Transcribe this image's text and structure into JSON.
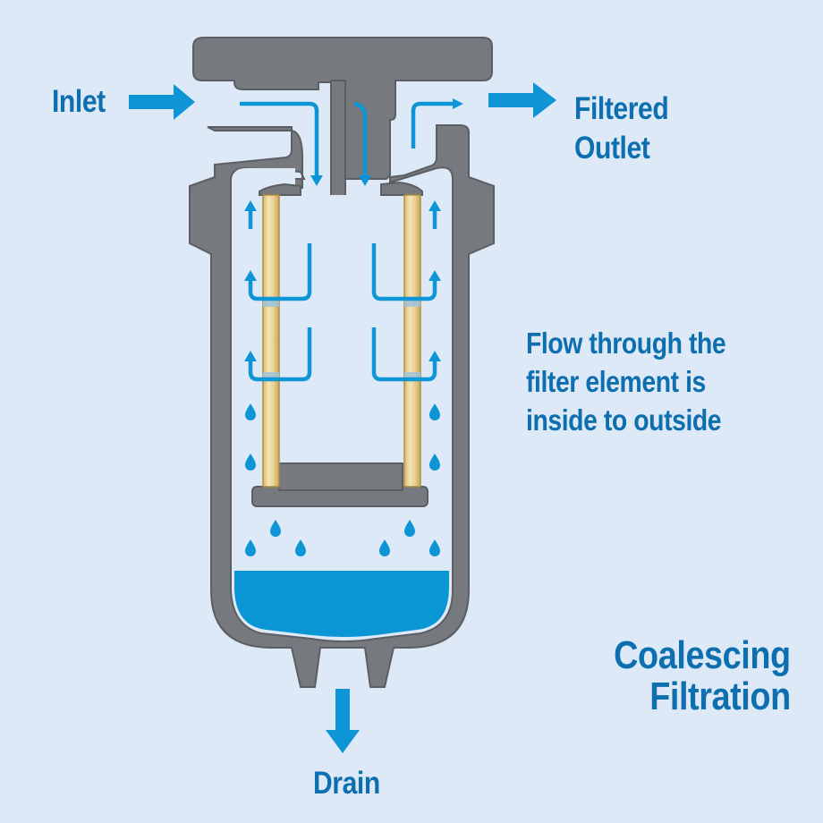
{
  "labels": {
    "inlet": "Inlet",
    "outlet": [
      "Filtered",
      "Outlet"
    ],
    "flow_note": [
      "Flow through the",
      "filter element is",
      "inside to outside"
    ],
    "title": [
      "Coalescing",
      "Filtration"
    ],
    "drain": "Drain"
  },
  "colors": {
    "background": "#dde9f6",
    "housing": "#76797d",
    "housing_outline": "#5e6165",
    "flow_arrow": "#0e95d6",
    "liquid": "#0a96d4",
    "filter_element": "#e8d29a",
    "label_text": "#0e6fb0"
  },
  "icons": [
    "inlet-arrow-icon",
    "outlet-arrow-icon",
    "drain-arrow-icon",
    "water-droplet-icon",
    "flow-arrow-icon"
  ]
}
